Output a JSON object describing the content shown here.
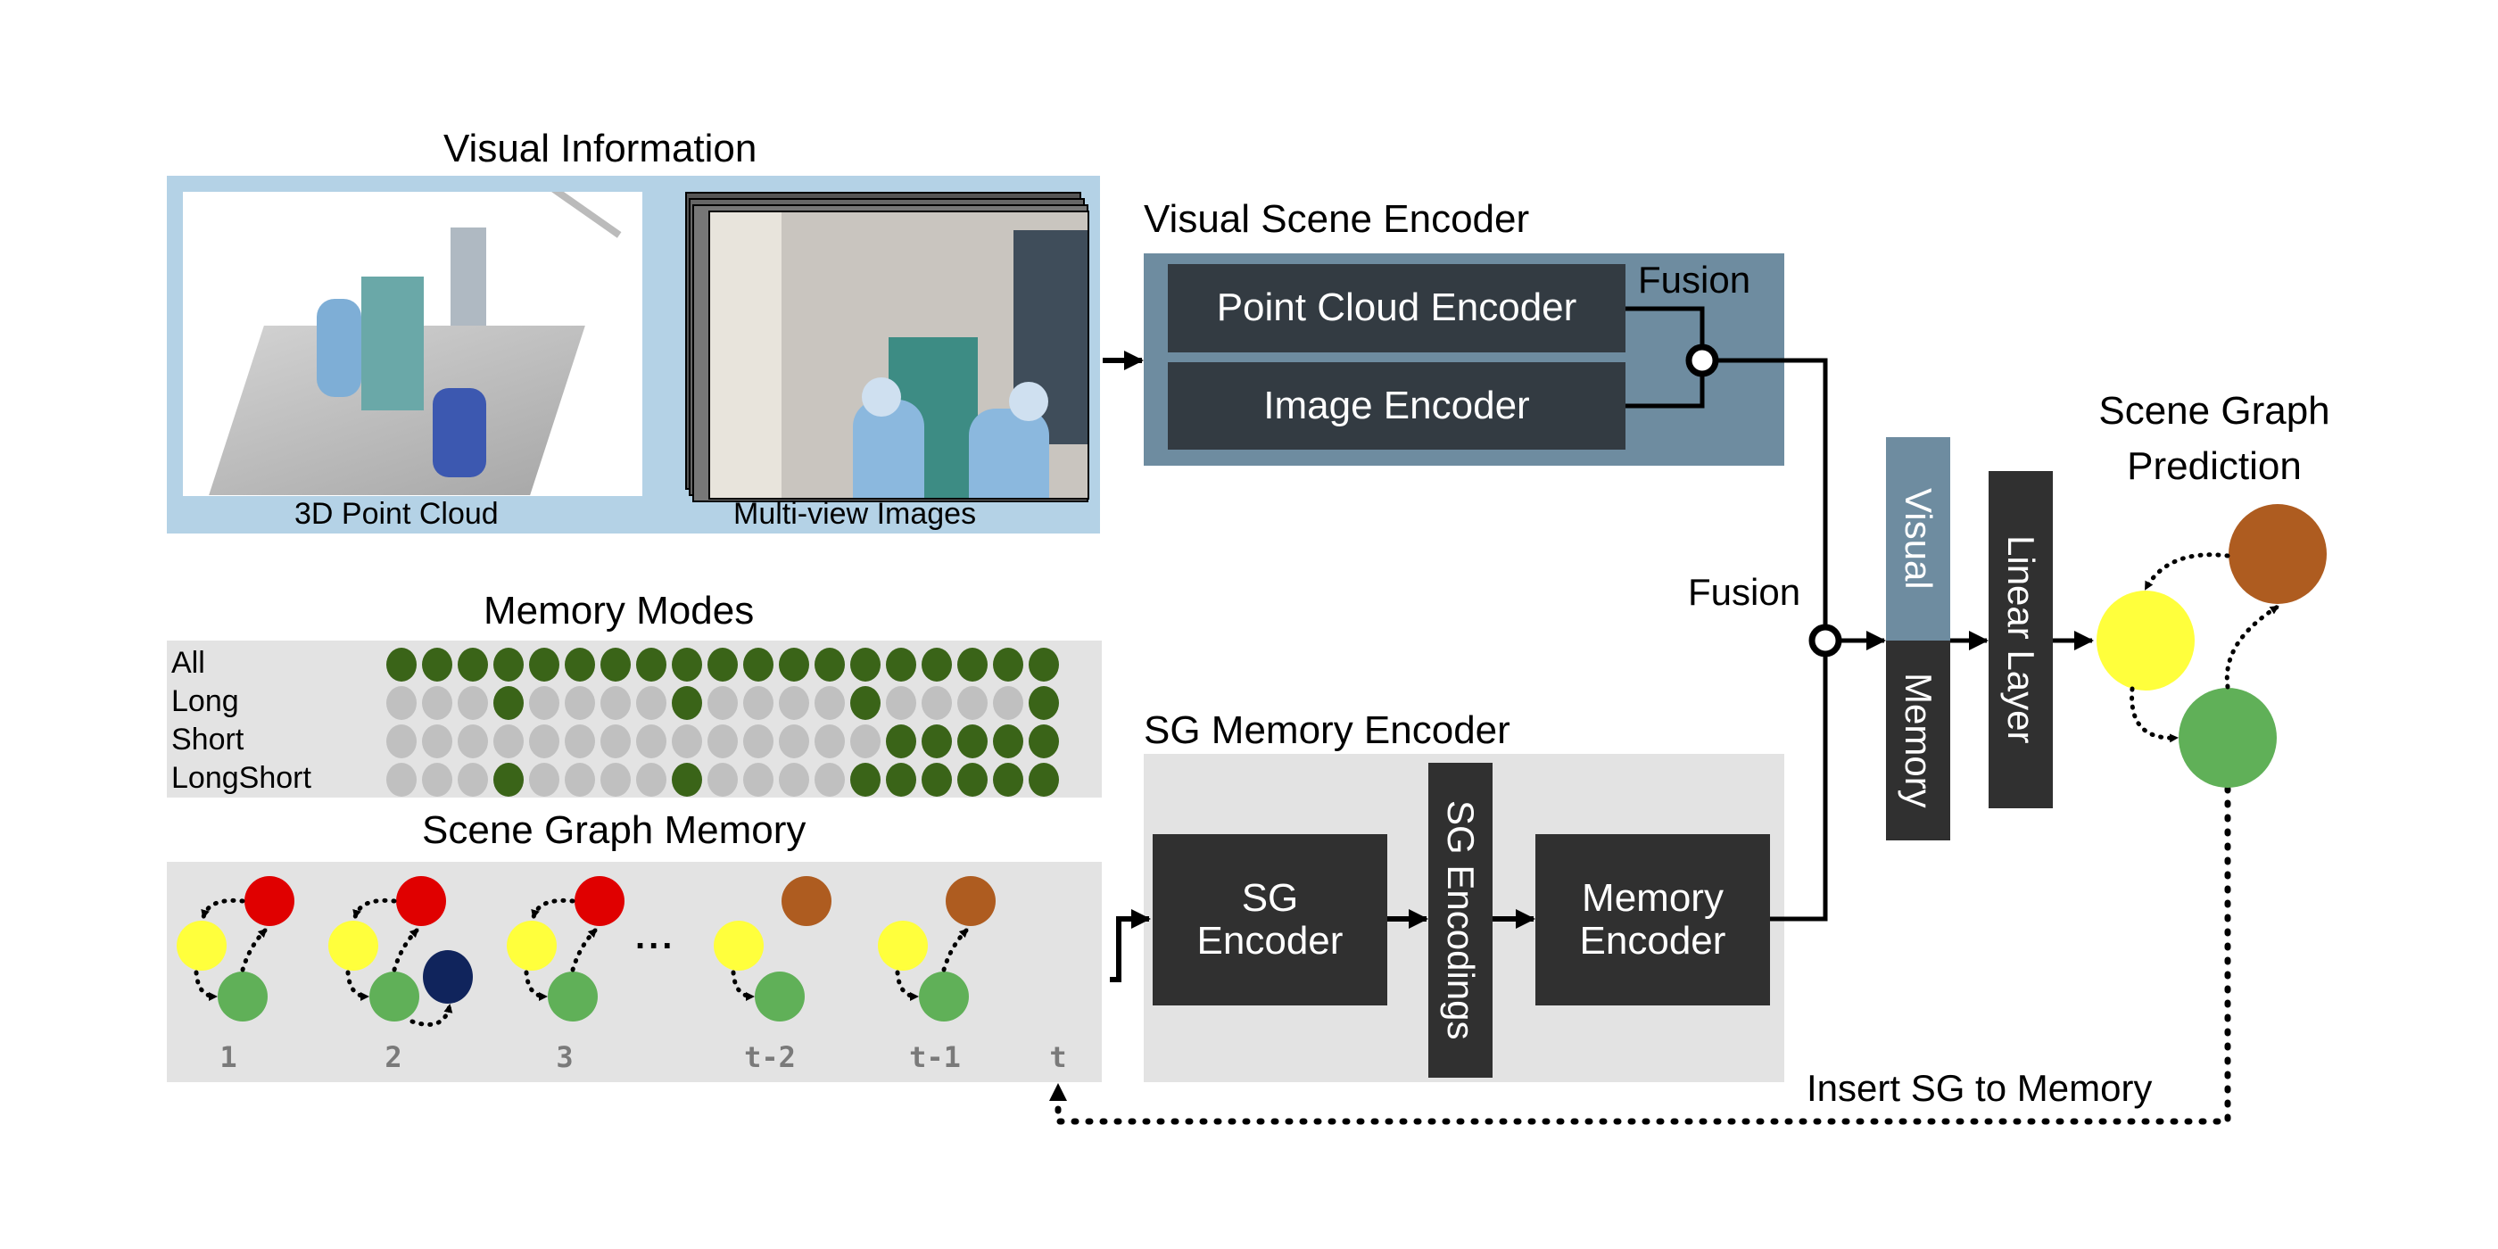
{
  "visual_information": {
    "title": "Visual Information",
    "point_cloud_label": "3D Point Cloud",
    "multiview_label": "Multi-view Images",
    "panel_color": "#b4d2e6"
  },
  "visual_scene_encoder": {
    "title": "Visual Scene Encoder",
    "point_cloud_encoder": "Point Cloud Encoder",
    "image_encoder": "Image Encoder",
    "fusion_label": "Fusion",
    "panel_color": "#6e8ca0"
  },
  "memory_modes": {
    "title": "Memory Modes",
    "active_color": "#3a6418",
    "inactive_color": "#c0c0c0",
    "rows": [
      {
        "label": "All",
        "pattern": [
          1,
          1,
          1,
          1,
          1,
          1,
          1,
          1,
          1,
          1,
          1,
          1,
          1,
          1,
          1,
          1,
          1,
          1,
          1
        ]
      },
      {
        "label": "Long",
        "pattern": [
          0,
          0,
          0,
          1,
          0,
          0,
          0,
          0,
          1,
          0,
          0,
          0,
          0,
          1,
          0,
          0,
          0,
          0,
          1
        ]
      },
      {
        "label": "Short",
        "pattern": [
          0,
          0,
          0,
          0,
          0,
          0,
          0,
          0,
          0,
          0,
          0,
          0,
          0,
          0,
          1,
          1,
          1,
          1,
          1
        ]
      },
      {
        "label": "LongShort",
        "pattern": [
          0,
          0,
          0,
          1,
          0,
          0,
          0,
          0,
          1,
          0,
          0,
          0,
          0,
          1,
          1,
          1,
          1,
          1,
          1
        ]
      }
    ]
  },
  "scene_graph_memory": {
    "title": "Scene Graph Memory",
    "ellipsis": "...",
    "timesteps": [
      "1",
      "2",
      "3",
      "t-2",
      "t-1",
      "t"
    ]
  },
  "sg_memory_encoder": {
    "title": "SG Memory Encoder",
    "sg_encoder": "SG Encoder",
    "sg_encodings": "SG Encodings",
    "memory_encoder": "Memory Encoder"
  },
  "fusion2": {
    "label": "Fusion"
  },
  "combined": {
    "visual": "Visual",
    "memory": "Memory"
  },
  "linear_layer": {
    "label": "Linear Layer"
  },
  "prediction": {
    "title_line1": "Scene Graph",
    "title_line2": "Prediction"
  },
  "insert_label": "Insert SG to Memory",
  "node_colors": {
    "red": "#e00000",
    "yellow": "#ffff3c",
    "green": "#60b058",
    "blue": "#10245c",
    "brown": "#ae5c20"
  }
}
